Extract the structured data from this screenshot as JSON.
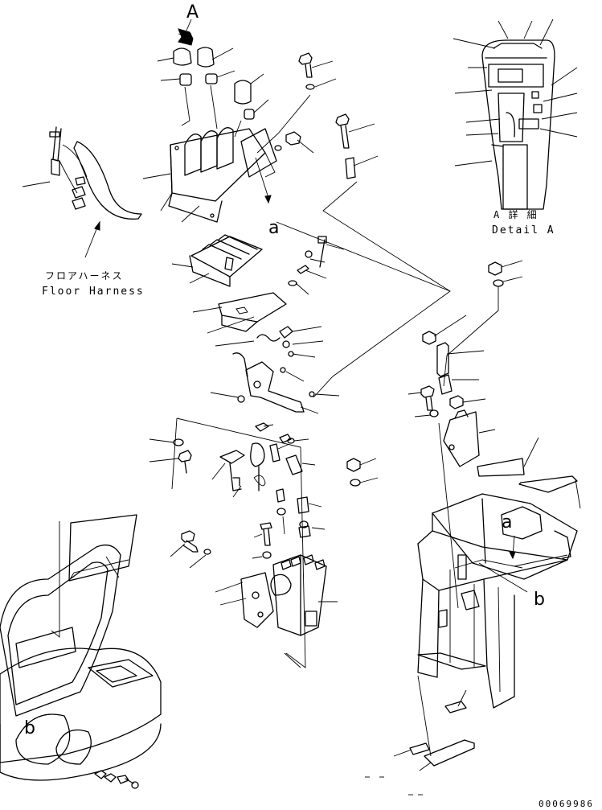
{
  "view_marker": "A",
  "ref_a": "a",
  "ref_b": "b",
  "detail_jp": "A 詳 細",
  "detail_en": "Detail A",
  "floor_harness_jp": "フロアハーネス",
  "floor_harness_en": "Floor Harness",
  "drawing_number": "00069986"
}
